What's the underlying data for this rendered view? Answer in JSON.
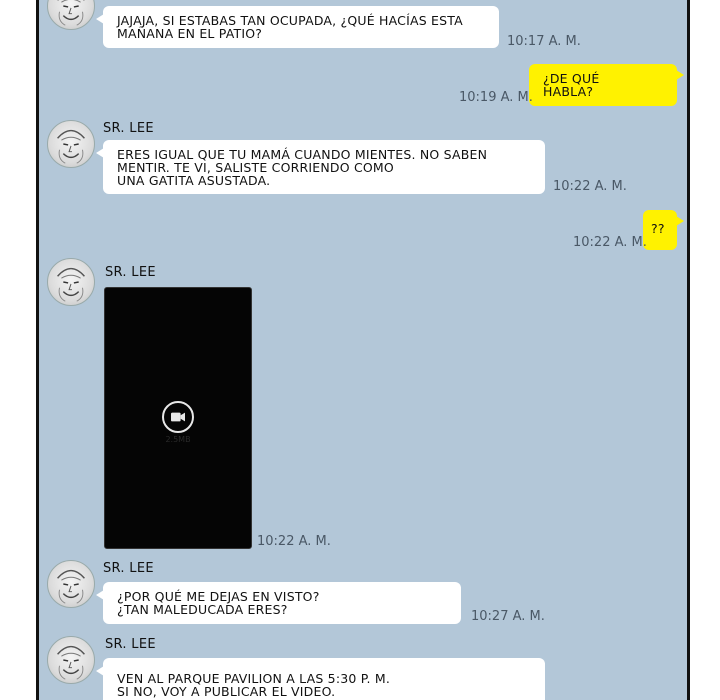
{
  "chat": {
    "messages": [
      {
        "sender": "",
        "text": "JAJAJA, SI ESTABAS TAN OCUPADA, ¿QUÉ HACÍAS ESTA\nMAÑANA EN EL PATIO?",
        "time": "10:17 A. M."
      },
      {
        "text": "¿DE QUÉ\nHABLA?",
        "time": "10:19 A. M."
      },
      {
        "sender": "SR. LEE",
        "text": "ERES IGUAL QUE TU MAMÁ CUANDO MIENTES. NO SABEN\nMENTIR. TE VI, SALISTE CORRIENDO COMO\nUNA GATITA ASUSTADA.",
        "time": "10:22 A. M."
      },
      {
        "text": "??",
        "time": "10:22 A. M."
      },
      {
        "sender": "SR. LEE",
        "video_size": "2.5MB",
        "time": "10:22 A. M."
      },
      {
        "sender": "SR. LEE",
        "text": "¿POR QUÉ ME DEJAS EN VISTO?\n¿TAN MALEDUCADA ERES?",
        "time": "10:27 A. M."
      },
      {
        "sender": "SR. LEE",
        "text": "VEN AL PARQUE PAVILION A LAS 5:30 P. M.\nSI NO, VOY A PUBLICAR EL VIDEO.",
        "time": ""
      }
    ]
  },
  "icons": {
    "avatar": "old-man-avatar-icon",
    "video": "video-camera-icon"
  },
  "colors": {
    "background": "#b3c7d8",
    "incoming_bubble": "#ffffff",
    "outgoing_bubble": "#fff200",
    "time_text": "#4a5866"
  }
}
